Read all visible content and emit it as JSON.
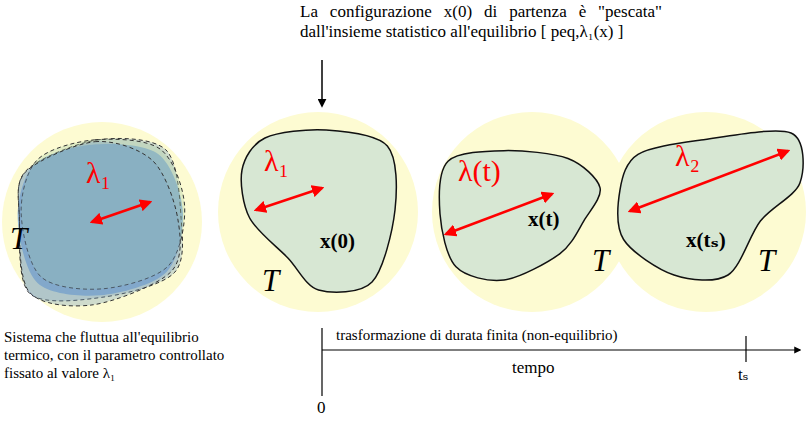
{
  "diagram": {
    "nodes": [
      {
        "text": [
          "T"
        ]
      },
      {
        "text": [
          "λ₁"
        ],
        "in": 0
      },
      {
        "text": [
          "T"
        ]
      },
      {
        "text": [
          "λ₁",
          "x(0)"
        ],
        "in": 2
      },
      {
        "text": [
          "T"
        ]
      },
      {
        "text": [
          "λ(t)",
          "x(t)"
        ],
        "in": 4
      },
      {
        "text": [
          "T"
        ]
      },
      {
        "text": [
          "λ₂",
          "x(tₛ)"
        ],
        "in": 6
      }
    ],
    "labels": [
      "La configurazione x(0) di partenza è \"pescata\" dall'insieme statistico all'equilibrio [ peq,λ₁(x) ]",
      "Sistema che fluttua all'equilibrio termico, con il parametro controllato fissato al valore λ₁",
      "trasformazione di durata finita (non-equilibrio)",
      "tempo",
      "0",
      "tₛ"
    ]
  }
}
